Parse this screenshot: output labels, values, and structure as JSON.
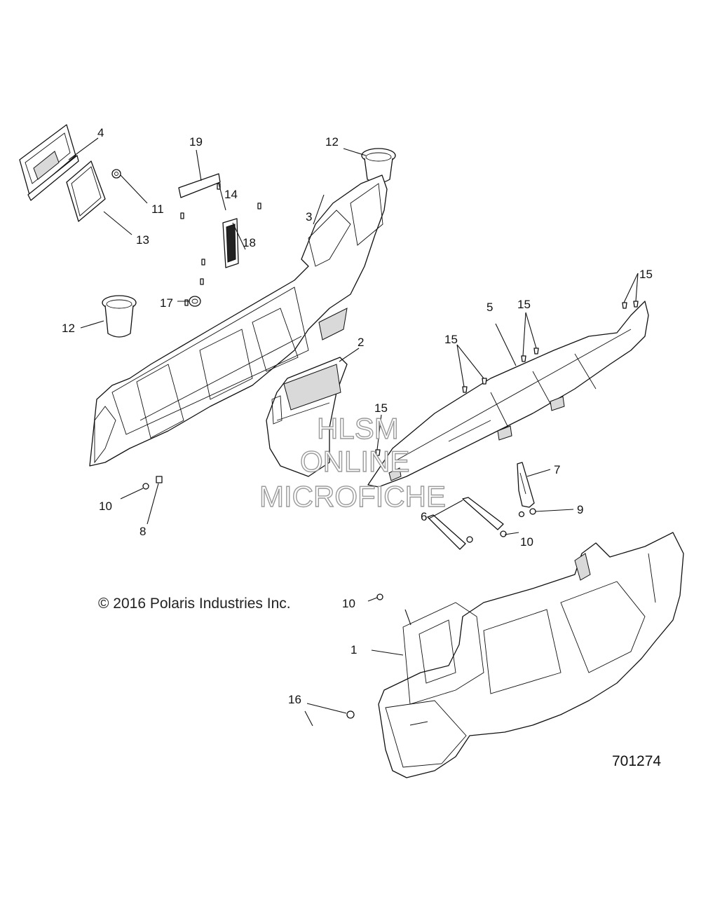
{
  "copyright": "© 2016 Polaris Industries Inc.",
  "drawing_number": "701274",
  "watermark": {
    "line1": "HLSM",
    "line2": "ONLINE",
    "line3": "MICROFICHE"
  },
  "callouts": {
    "c1": "1",
    "c2": "2",
    "c3": "3",
    "c4": "4",
    "c5": "5",
    "c6": "6",
    "c7": "7",
    "c8": "8",
    "c9": "9",
    "c10a": "10",
    "c10b": "10",
    "c10c": "10",
    "c11": "11",
    "c12a": "12",
    "c12b": "12",
    "c13": "13",
    "c14": "14",
    "c15a": "15",
    "c15b": "15",
    "c15c": "15",
    "c15d": "15",
    "c16": "16",
    "c17": "17",
    "c18": "18",
    "c19": "19"
  }
}
